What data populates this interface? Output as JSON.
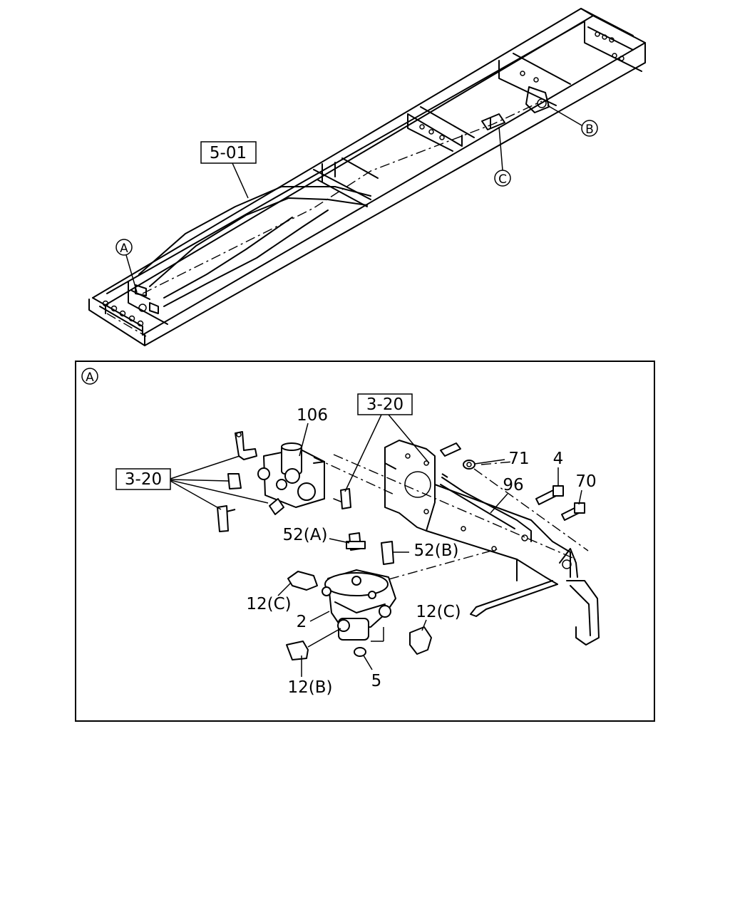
{
  "callouts": {
    "frame_ref": "5-01",
    "ref_a": "A",
    "ref_b": "B",
    "ref_c": "C"
  },
  "detail": {
    "marker": "A",
    "ref_box_top": "3-20",
    "ref_box_left": "3-20"
  },
  "parts": {
    "p106": "106",
    "p71": "71",
    "p4": "4",
    "p96": "96",
    "p70": "70",
    "p52a": "52(A)",
    "p52b": "52(B)",
    "p12c_left": "12(C)",
    "p12c_right": "12(C)",
    "p2": "2",
    "p12b": "12(B)",
    "p5": "5"
  }
}
